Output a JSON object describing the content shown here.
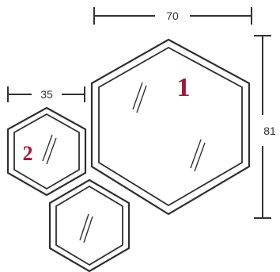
{
  "dimensions": {
    "top_width": "70",
    "small_width": "35",
    "height": "81"
  },
  "labels": {
    "large_mirror": "1",
    "small_mirror": "2"
  },
  "colors": {
    "line": "#2f2f2f",
    "number": "#a3143a",
    "dimension_text": "#333333"
  }
}
